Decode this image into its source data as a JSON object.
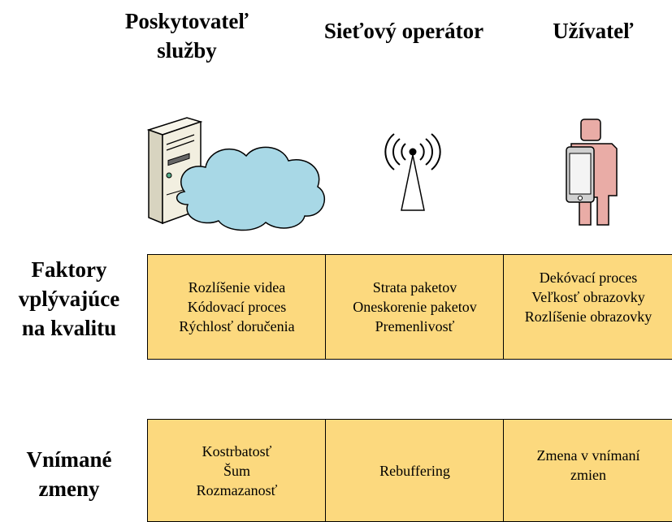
{
  "columns": {
    "provider": {
      "line1": "Poskytovateľ",
      "line2": "služby"
    },
    "operator": {
      "label": "Sieťový operátor"
    },
    "user": {
      "label": "Užívateľ"
    }
  },
  "rows": {
    "factors": {
      "line1": "Faktory",
      "line2": "vplývajúce",
      "line3": "na kvalitu"
    },
    "perceived": {
      "line1": "Vnímané",
      "line2": "zmeny"
    }
  },
  "factors": {
    "provider": [
      "Rozlíšenie videa",
      "Kódovací proces",
      "Rýchlosť doručenia"
    ],
    "operator": [
      "Strata paketov",
      "Oneskorenie paketov",
      "Premenlivosť"
    ],
    "user": [
      "Dekóvací proces",
      "Veľkosť obrazovky",
      "Rozlíšenie obrazovky"
    ]
  },
  "perceived": {
    "provider": [
      "Kostrbatosť",
      "Šum",
      "Rozmazanosť"
    ],
    "operator": [
      "Rebuffering"
    ],
    "user": [
      "Zmena v vnímaní",
      "zmien"
    ]
  },
  "icons": {
    "provider": "server-cloud-icon",
    "operator": "antenna-icon",
    "user": "person-phone-icon"
  },
  "colors": {
    "cell_fill": "#fcd97e",
    "cloud_fill": "#a8d8e6",
    "server_fill": "#f2efe0",
    "person_fill": "#e9aca6"
  }
}
